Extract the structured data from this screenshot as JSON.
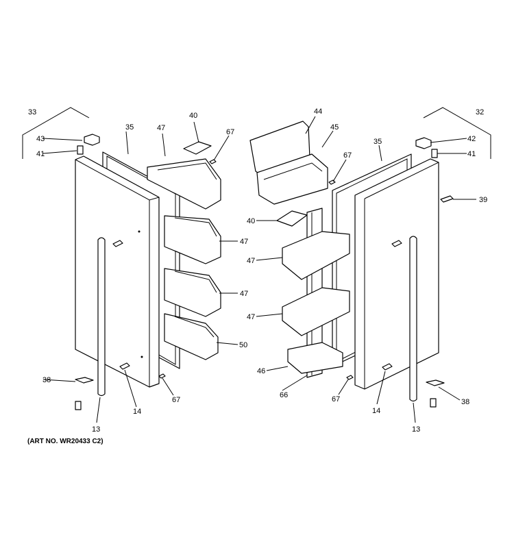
{
  "art_number": "(ART NO. WR20433 C2)",
  "left_door": {
    "callouts": {
      "c33": "33",
      "c43": "43",
      "c41": "41",
      "c35": "35",
      "c47a": "47",
      "c40": "40",
      "c67a": "67",
      "c47b": "47",
      "c47c": "47",
      "c50": "50",
      "c38": "38",
      "c14": "14",
      "c13": "13",
      "c67b": "67"
    }
  },
  "center": {
    "callouts": {
      "c44": "44",
      "c45": "45",
      "c67": "67",
      "c40": "40",
      "c47a": "47",
      "c47b": "47",
      "c46": "46",
      "c66": "66"
    }
  },
  "right_door": {
    "callouts": {
      "c32": "32",
      "c42": "42",
      "c41": "41",
      "c35": "35",
      "c39": "39",
      "c67": "67",
      "c14": "14",
      "c13": "13",
      "c38": "38"
    }
  }
}
